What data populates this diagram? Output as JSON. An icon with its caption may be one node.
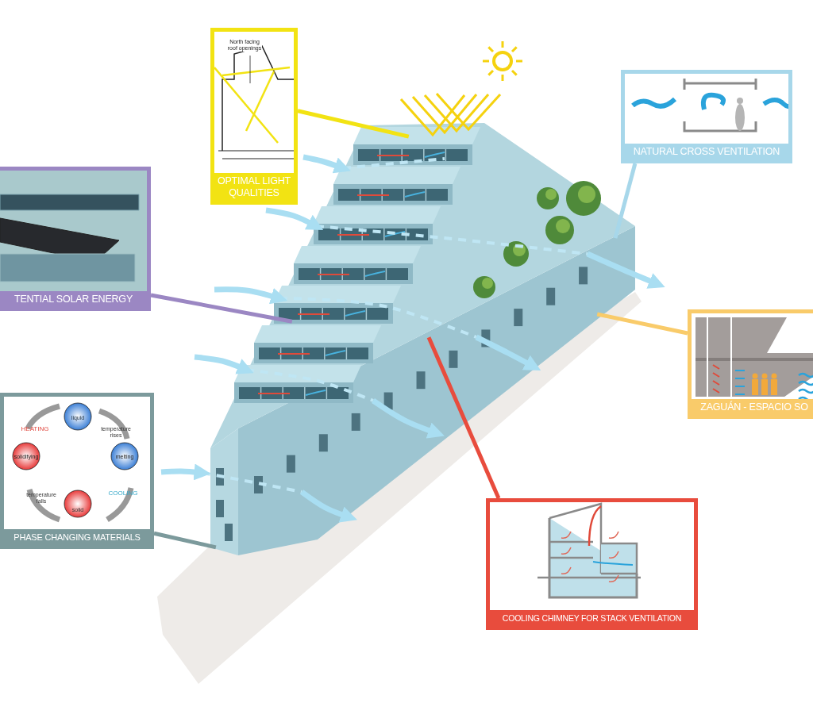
{
  "diagram": {
    "nodes": [
      {
        "text": [
          "OPTIMAL LIGHT QUALITIES"
        ]
      },
      {
        "text": [
          "NATURAL CROSS VENTILATION"
        ]
      },
      {
        "text": [],
        "shape": "picture"
      },
      {
        "text": [
          "TENTIAL SOLAR ENERGY"
        ]
      },
      {
        "text": [
          "ZAGUÁN - ESPACIO SO"
        ]
      },
      {
        "text": [
          "PHASE CHANGING MATERIALS"
        ]
      },
      {
        "text": [
          "COOLING CHIMNEY FOR STACK VENTILATION"
        ]
      }
    ],
    "edges": [
      {
        "from": 0,
        "to": 2,
        "arrow": "none",
        "color": "#f2e313"
      },
      {
        "from": 1,
        "to": 2,
        "arrow": "none",
        "color": "#a7d7ea"
      },
      {
        "from": 3,
        "to": 2,
        "arrow": "none",
        "color": "#9b87c3"
      },
      {
        "from": 4,
        "to": 2,
        "arrow": "none",
        "color": "#f9cb6a"
      },
      {
        "from": 5,
        "to": 2,
        "arrow": "none",
        "color": "#7c9a9c"
      },
      {
        "from": 6,
        "to": 2,
        "arrow": "none",
        "color": "#e84c3d"
      }
    ],
    "labels": [
      "North facing roof openings",
      "liquid",
      "temperature rises",
      "HEATING",
      "solidifying",
      "melting",
      "COOLING",
      "temperature falls",
      "solid"
    ]
  }
}
